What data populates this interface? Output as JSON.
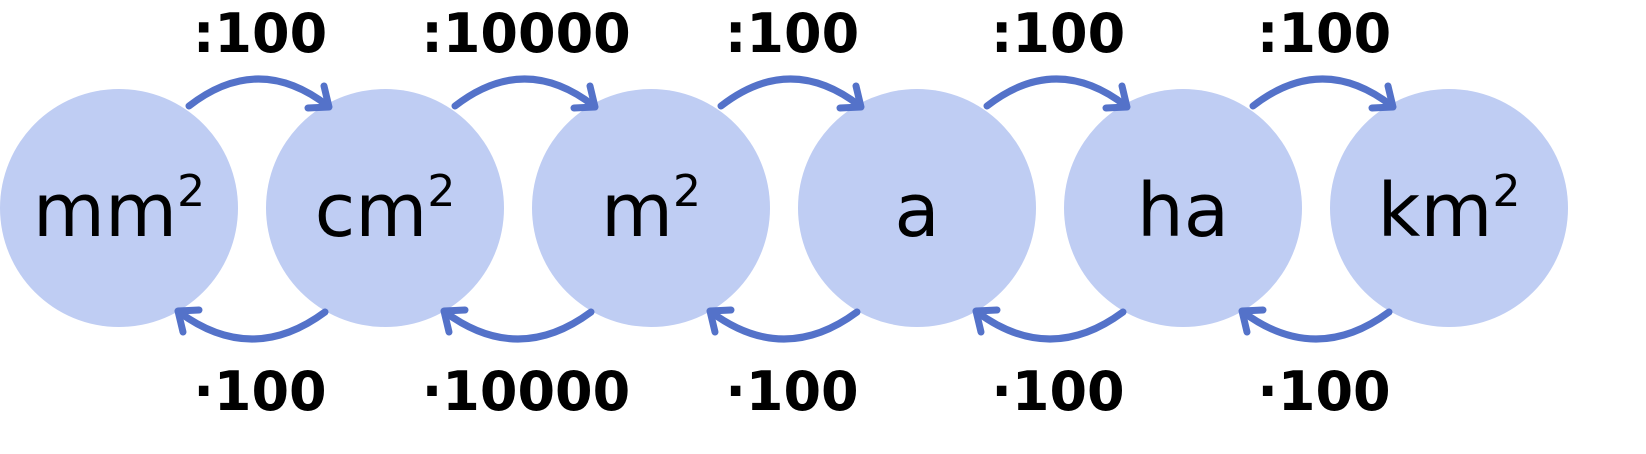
{
  "title": "Area unit conversion chain",
  "colors": {
    "circle": "#bfcdf3",
    "arrow": "#5472c9",
    "text": "#000000"
  },
  "units": [
    {
      "base": "mm",
      "sup": "2"
    },
    {
      "base": "cm",
      "sup": "2"
    },
    {
      "base": "m",
      "sup": "2"
    },
    {
      "base": "a",
      "sup": ""
    },
    {
      "base": "ha",
      "sup": ""
    },
    {
      "base": "km",
      "sup": "2"
    }
  ],
  "divide_labels": [
    ":100",
    ":10000",
    ":100",
    ":100",
    ":100"
  ],
  "multiply_labels": [
    "·100",
    "·10000",
    "·100",
    "·100",
    "·100"
  ]
}
